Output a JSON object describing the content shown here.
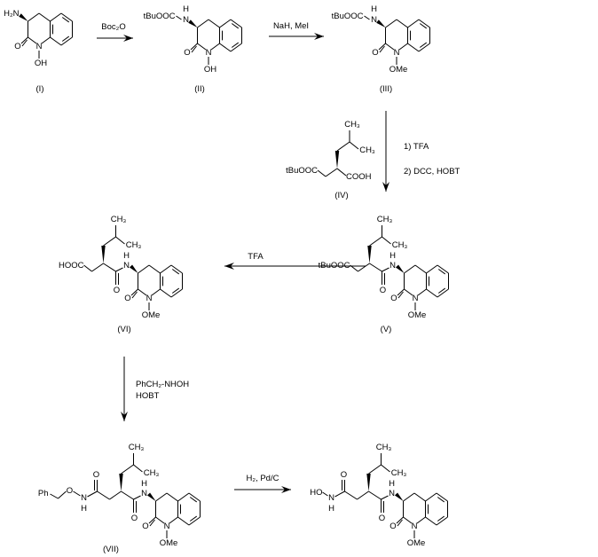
{
  "atoms": {
    "N": "N",
    "O": "O",
    "H": "H",
    "CH3": "CH₃"
  },
  "compounds": [
    {
      "label": "(I)",
      "n_substituent": "OH",
      "amine": "H₂N"
    },
    {
      "label": "(II)",
      "n_substituent": "OH",
      "protecting_group": "tBuOOC"
    },
    {
      "label": "(III)",
      "n_substituent": "OMe",
      "protecting_group": "tBuOOC"
    },
    {
      "label": "(IV)",
      "ester": "tBuOOC",
      "acid": "COOH"
    },
    {
      "label": "(V)",
      "n_substituent": "OMe",
      "end_group": "tBuOOC"
    },
    {
      "label": "(VI)",
      "n_substituent": "OMe",
      "end_group": "HOOC"
    },
    {
      "label": "(VII)",
      "n_substituent": "OMe",
      "end_group": "Ph"
    },
    {
      "label": "",
      "n_substituent": "OMe",
      "end_group": "HO"
    }
  ],
  "reagents": {
    "step1": "Boc₂O",
    "step2": "NaH, MeI",
    "step3a": "1)  TFA",
    "step3b": "2) DCC, HOBT",
    "step4": "TFA",
    "step5a": "PhCH₂-NHOH",
    "step5b": "HOBT",
    "step6": "H₂, Pd/C"
  }
}
